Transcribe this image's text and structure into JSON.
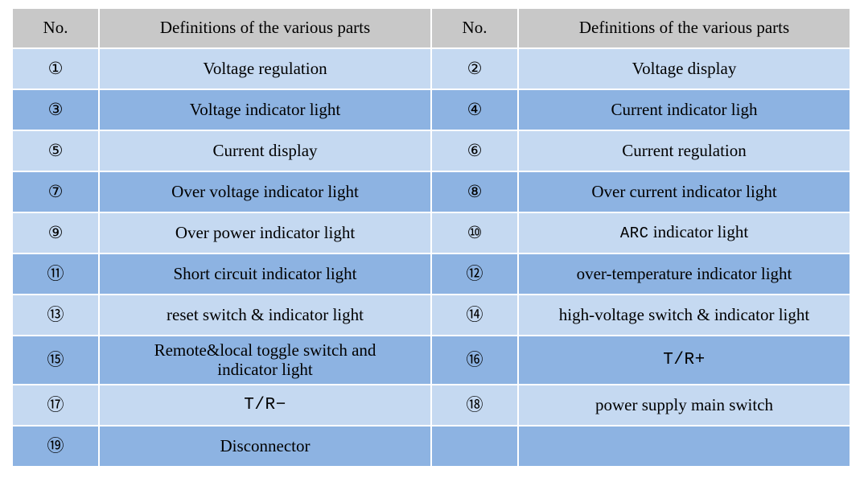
{
  "table": {
    "headers": {
      "no": "No.",
      "definition": "Definitions of the various parts"
    },
    "rows": [
      {
        "shade": "light",
        "left": {
          "no": "①",
          "text": "Voltage regulation"
        },
        "right": {
          "no": "②",
          "text": "Voltage display"
        }
      },
      {
        "shade": "dark",
        "left": {
          "no": "③",
          "text": "Voltage indicator light"
        },
        "right": {
          "no": "④",
          "text": "Current indicator ligh"
        }
      },
      {
        "shade": "light",
        "left": {
          "no": "⑤",
          "text": "Current display"
        },
        "right": {
          "no": "⑥",
          "text": "Current regulation"
        }
      },
      {
        "shade": "dark",
        "left": {
          "no": "⑦",
          "text": "Over voltage indicator light"
        },
        "right": {
          "no": "⑧",
          "text": "Over current indicator light"
        }
      },
      {
        "shade": "light",
        "left": {
          "no": "⑨",
          "text": "Over power indicator light"
        },
        "right": {
          "no": "⑩",
          "text_mono": "ARC",
          "text": " indicator light"
        }
      },
      {
        "shade": "dark",
        "left": {
          "no": "⑪",
          "text": "Short circuit indicator light"
        },
        "right": {
          "no": "⑫",
          "text": "over-temperature indicator light"
        }
      },
      {
        "shade": "light",
        "left": {
          "no": "⑬",
          "text": "reset switch & indicator light"
        },
        "right": {
          "no": "⑭",
          "text": "high-voltage switch & indicator light"
        }
      },
      {
        "shade": "dark",
        "left": {
          "no": "⑮",
          "text_line1": "Remote&local toggle switch and",
          "text_line2": "indicator light"
        },
        "right": {
          "no": "⑯",
          "text_mono": "T/R+"
        }
      },
      {
        "shade": "light",
        "left": {
          "no": "⑰",
          "text_mono": "T/R−"
        },
        "right": {
          "no": "⑱",
          "text": "power supply main switch"
        }
      },
      {
        "shade": "dark",
        "left": {
          "no": "⑲",
          "text": "Disconnector"
        },
        "right": {
          "no": "",
          "text": ""
        }
      }
    ]
  },
  "colors": {
    "header_bg": "#c8c8c8",
    "row_light_bg": "#c5d9f1",
    "row_dark_bg": "#8db3e2",
    "text": "#000000",
    "page_bg": "#ffffff"
  }
}
